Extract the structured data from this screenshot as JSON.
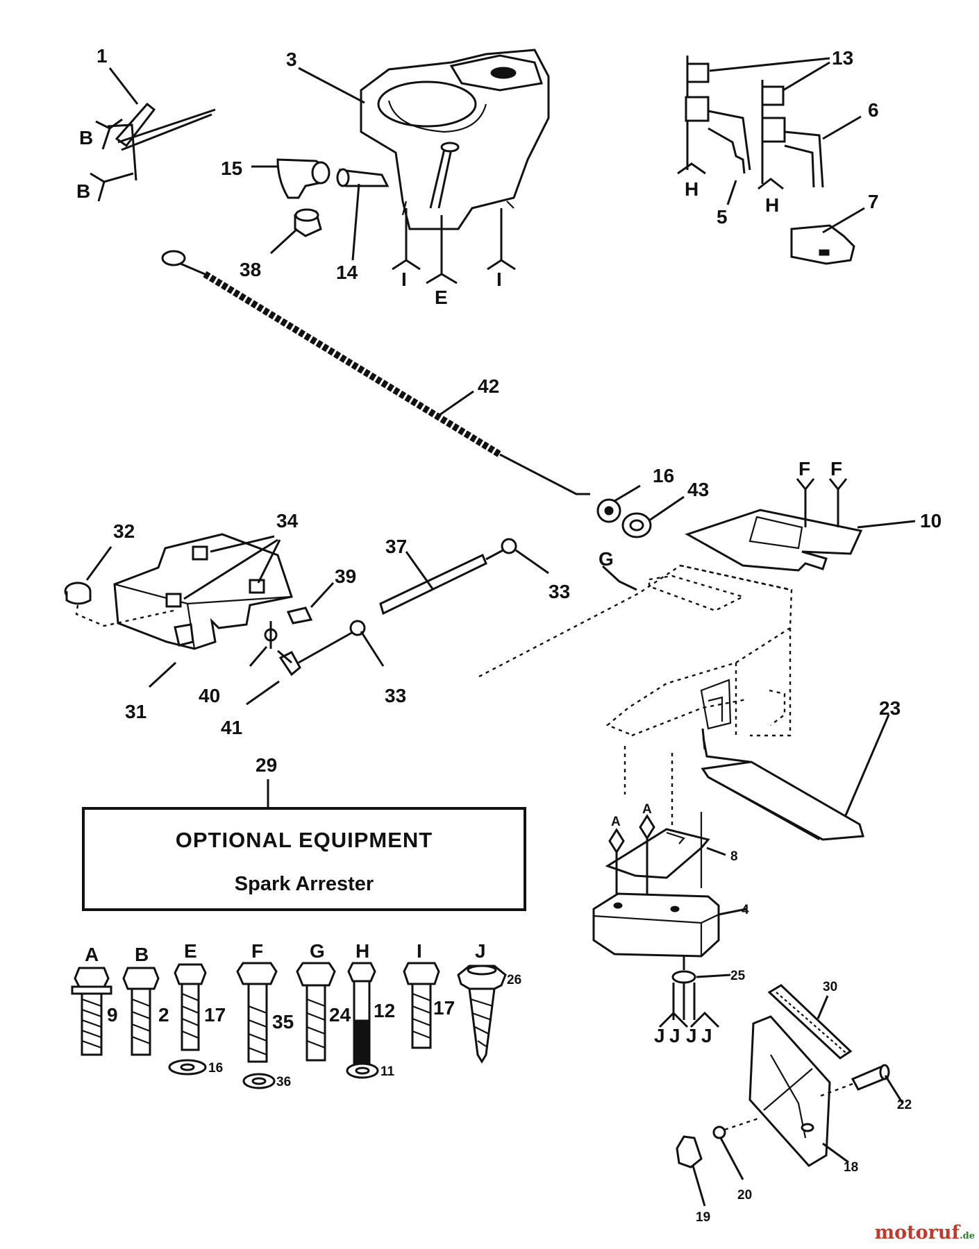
{
  "labels": {
    "n1": "1",
    "n2": "2",
    "n3": "3",
    "n4": "4",
    "n5": "5",
    "n6": "6",
    "n7": "7",
    "n8": "8",
    "n9": "9",
    "n10": "10",
    "n11": "11",
    "n12": "12",
    "n13": "13",
    "n14": "14",
    "n15": "15",
    "n16a": "16",
    "n16b": "16",
    "n17a": "17",
    "n17b": "17",
    "n18": "18",
    "n19": "19",
    "n20": "20",
    "n22": "22",
    "n23": "23",
    "n24": "24",
    "n25": "25",
    "n26": "26",
    "n29": "29",
    "n30": "30",
    "n31": "31",
    "n32": "32",
    "n33a": "33",
    "n33b": "33",
    "n34": "34",
    "n35": "35",
    "n36": "36",
    "n37": "37",
    "n38": "38",
    "n39": "39",
    "n40": "40",
    "n41": "41",
    "n42": "42",
    "n43": "43"
  },
  "letters": {
    "B1": "B",
    "B2": "B",
    "I1": "I",
    "I2": "I",
    "E1": "E",
    "H1": "H",
    "H2": "H",
    "F1": "F",
    "F2": "F",
    "G1": "G",
    "A1": "A",
    "A2": "A",
    "J1": "J",
    "J2": "J",
    "J3": "J",
    "J4": "J"
  },
  "hardware_legend": [
    {
      "letter": "A",
      "part": "9"
    },
    {
      "letter": "B",
      "part": "2"
    },
    {
      "letter": "E",
      "part": "17"
    },
    {
      "letter": "F",
      "part": "35"
    },
    {
      "letter": "G",
      "part": "24"
    },
    {
      "letter": "H",
      "part": "12"
    },
    {
      "letter": "I",
      "part": "17"
    },
    {
      "letter": "J",
      "part": "26"
    }
  ],
  "optional_box": {
    "title": "OPTIONAL EQUIPMENT",
    "subtitle": "Spark Arrester"
  },
  "watermark": {
    "main": "motoruf",
    "tld": ".de"
  }
}
